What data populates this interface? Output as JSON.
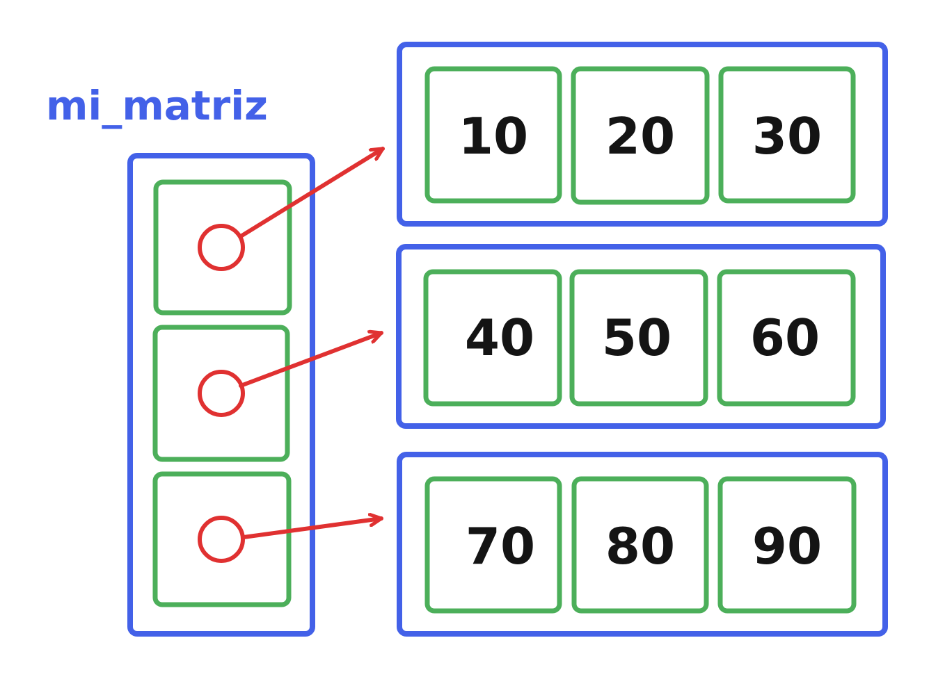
{
  "title": "mi_matriz",
  "colors": {
    "outer_box": "#4361e8",
    "inner_box": "#4caf5a",
    "pointer": "#e03131",
    "text": "#141414",
    "title": "#4361e8"
  },
  "rows": [
    {
      "values": [
        "10",
        "20",
        "30"
      ]
    },
    {
      "values": [
        "40",
        "50",
        "60"
      ]
    },
    {
      "values": [
        "70",
        "80",
        "90"
      ]
    }
  ]
}
